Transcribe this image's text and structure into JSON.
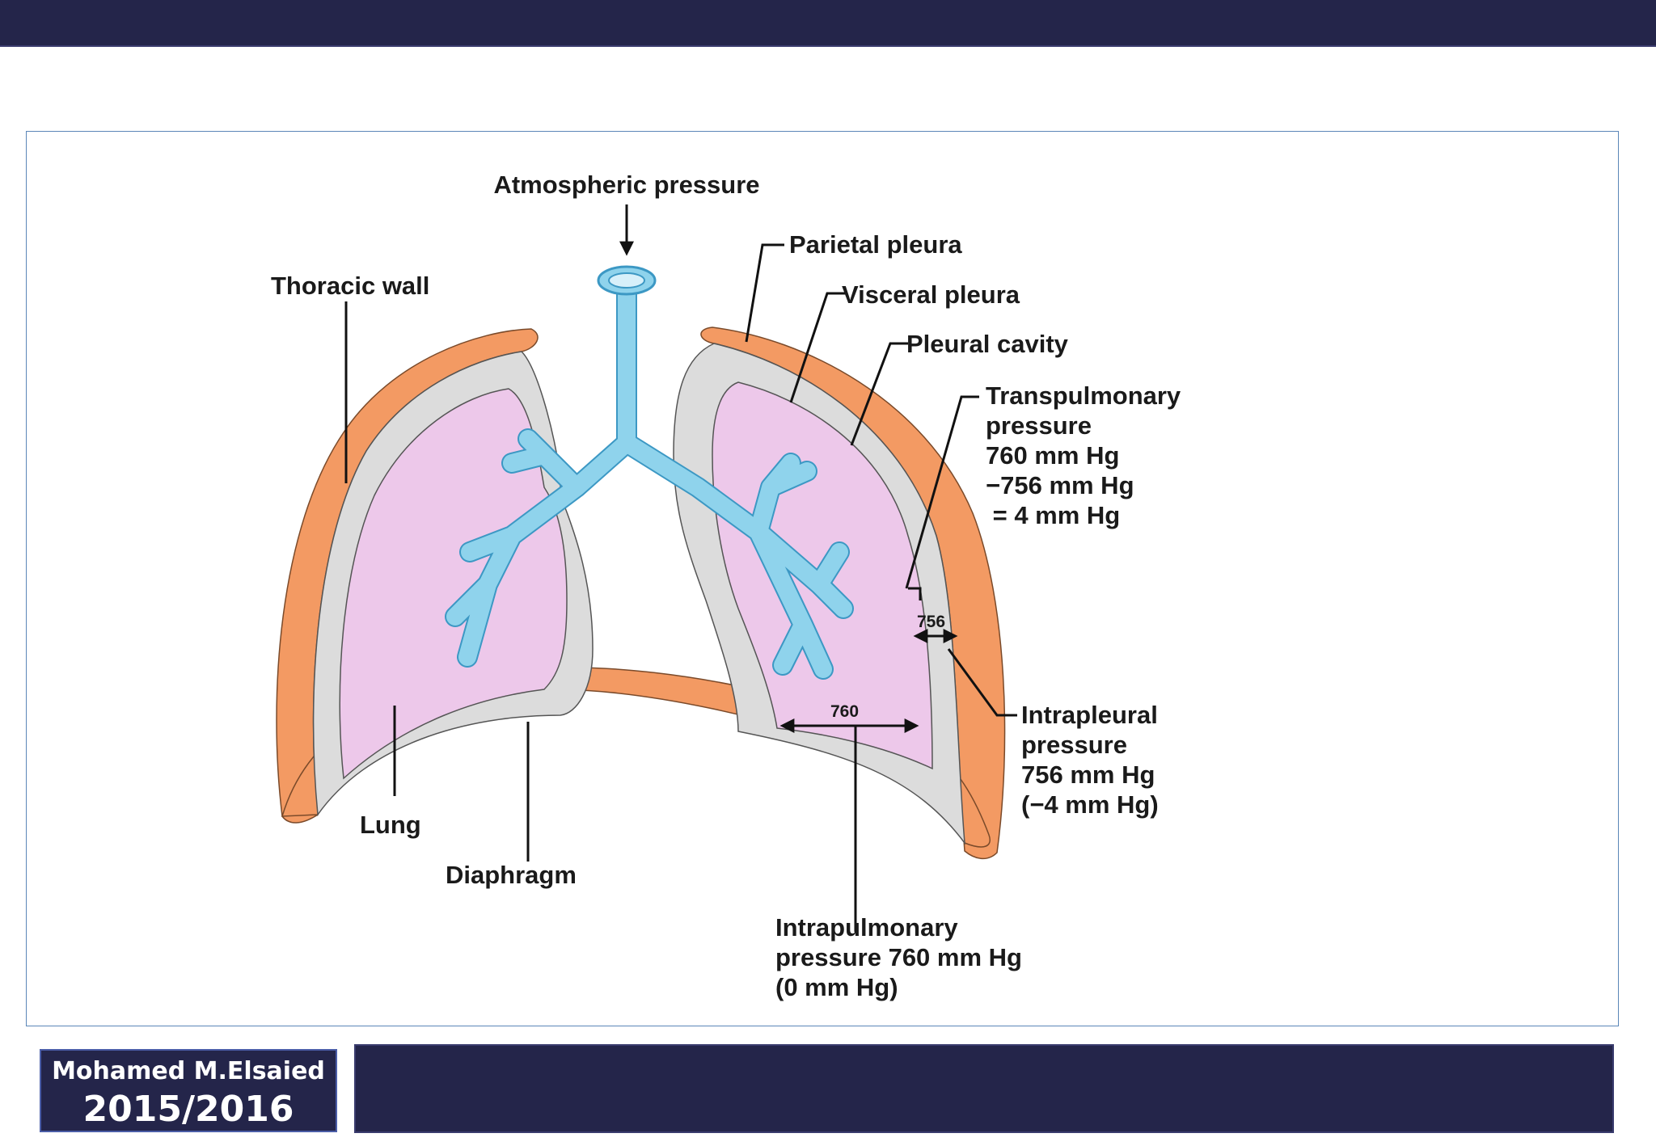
{
  "diagram": {
    "labels": {
      "atmospheric": "Atmospheric pressure",
      "parietal": "Parietal pleura",
      "thoracic_wall": "Thoracic wall",
      "visceral": "Visceral pleura",
      "pleural_cavity": "Pleural cavity",
      "transpulmonary": [
        "Transpulmonary",
        "pressure",
        "760 mm Hg",
        "−756 mm Hg",
        " = 4 mm Hg"
      ],
      "intrapleural": [
        "Intrapleural",
        "pressure",
        "756 mm Hg",
        "(−4 mm Hg)"
      ],
      "intrapulmonary": [
        "Intrapulmonary",
        "pressure 760 mm Hg",
        "(0 mm Hg)"
      ],
      "lung": "Lung",
      "diaphragm": "Diaphragm",
      "value_756": "756",
      "value_760": "760"
    },
    "colors": {
      "thoracic_wall": "#f39a63",
      "pleural_cavity": "#dcdcdc",
      "lung": "#edc8ea",
      "airway": "#8fd3ec",
      "airway_outline": "#3c98c4",
      "outline": "#333333"
    }
  },
  "footer": {
    "author": "Mohamed M.Elsaied",
    "year": "2015/2016"
  }
}
